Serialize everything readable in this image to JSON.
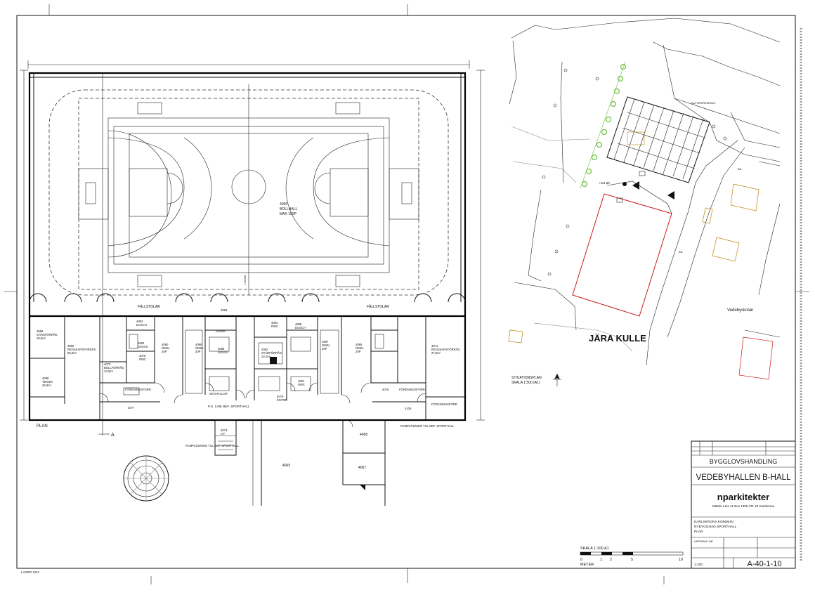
{
  "floor_plan": {
    "hall_label": "4050",
    "hall_name": "BOLLHALL",
    "hall_capacity": "MAX 150P",
    "corridor_left": "FÄLLSTOLAR",
    "corridor_right": "FÄLLSTOLAR",
    "plan_label": "PLAN",
    "section_mark": "A",
    "rooms": [
      {
        "id": "4098",
        "name": "GARSFÖRRÅD",
        "area": "18,6m²"
      },
      {
        "id": "4080",
        "name": "REDSKAPSFÖRRÅD",
        "area": "56,5m²"
      },
      {
        "id": "4096",
        "name": "TEKNIK",
        "area": "25,9m²"
      },
      {
        "id": "4070",
        "name": "BOLLFÖRRÅD",
        "area": "10,0m²"
      },
      {
        "id": "4078",
        "name": "RWC",
        "area": ""
      },
      {
        "id": "4093",
        "name": "DUSCH",
        "area": ""
      },
      {
        "id": "4092",
        "name": "DUSCH",
        "area": ""
      },
      {
        "id": "4090",
        "name": "OMKL",
        "area": "20P"
      },
      {
        "id": "4089",
        "name": "OMKL",
        "area": "20P"
      },
      {
        "id": "4083",
        "name": "",
        "area": ""
      },
      {
        "id": "4084",
        "name": "RWC",
        "area": ""
      },
      {
        "id": "4086",
        "name": "DUSCH",
        "area": ""
      },
      {
        "id": "4082",
        "name": "STÄDFÖRRÅD",
        "area": "10,1m²"
      },
      {
        "id": "4088",
        "name": "DUSCH",
        "area": ""
      },
      {
        "id": "4087",
        "name": "OMKL",
        "area": "20P"
      },
      {
        "id": "4085",
        "name": "OMKL",
        "area": "20P"
      },
      {
        "id": "4091",
        "name": "RWC",
        "area": ""
      },
      {
        "id": "4071",
        "name": "REDSKAPSFÖRRÅD",
        "area": "27,6m²"
      },
      {
        "id": "4065",
        "name": "",
        "area": ""
      },
      {
        "id": "4067",
        "name": "",
        "area": ""
      },
      {
        "id": "4068",
        "name": "",
        "area": ""
      },
      {
        "id": "4073",
        "name": "V.F.",
        "area": ""
      },
      {
        "id": "4079",
        "name": "ENTRÉ",
        "area": ""
      },
      {
        "id": "4077",
        "name": "",
        "area": ""
      },
      {
        "id": "4076",
        "name": "",
        "area": ""
      },
      {
        "id": "4105",
        "name": "",
        "area": ""
      }
    ],
    "misc_labels": {
      "foreningsforr_left": "FÖRENINGSFÖRR.",
      "foreningsforr_right": "FÖRENINGSFÖRR.",
      "foreningsforr_far_right": "FÖRENINGSFÖRR.",
      "skohyllor": "SKOHYLLOR",
      "pa_link": "P.G. LINK BEF. SPORTHALL",
      "ramp_left": "RAMPLÖSNING TILL BEF. SPORTHALL",
      "ramp_right": "RAMPLÖSNING TILL BEF. SPORTHALL",
      "teknik": "TEKNIK",
      "hatch": "LUCKA"
    }
  },
  "site_plan": {
    "place_name": "JÄRA KULLE",
    "street_name": "Vedebyskolan",
    "label": "SITUATIONSPLAN",
    "scale": "SKALA 1:500 (A1)",
    "elevation": "+111,80"
  },
  "scale_bar": {
    "label": "SKALA 1:100  A1",
    "unit": "METER",
    "ticks": [
      "0",
      "1",
      "2",
      "5",
      "10"
    ]
  },
  "title_block": {
    "status": "BYGGLOVSHANDLING",
    "project": "VEDEBYHALLEN B-HALL",
    "firm": "nparkitekter",
    "address": "Mäster Lars 41  Box 1306  371 23 Karlskrona",
    "client": "KARLSKRONA KOMMUN",
    "description": "NYBYGGNAD SPORTHALL",
    "view": "PLAN",
    "date_label": "UPPDRAG NR",
    "scale_value": "1:100",
    "drawing_number": "A-40-1-10"
  },
  "margin_text": {
    "bottom_left": "LAGER 1211"
  }
}
